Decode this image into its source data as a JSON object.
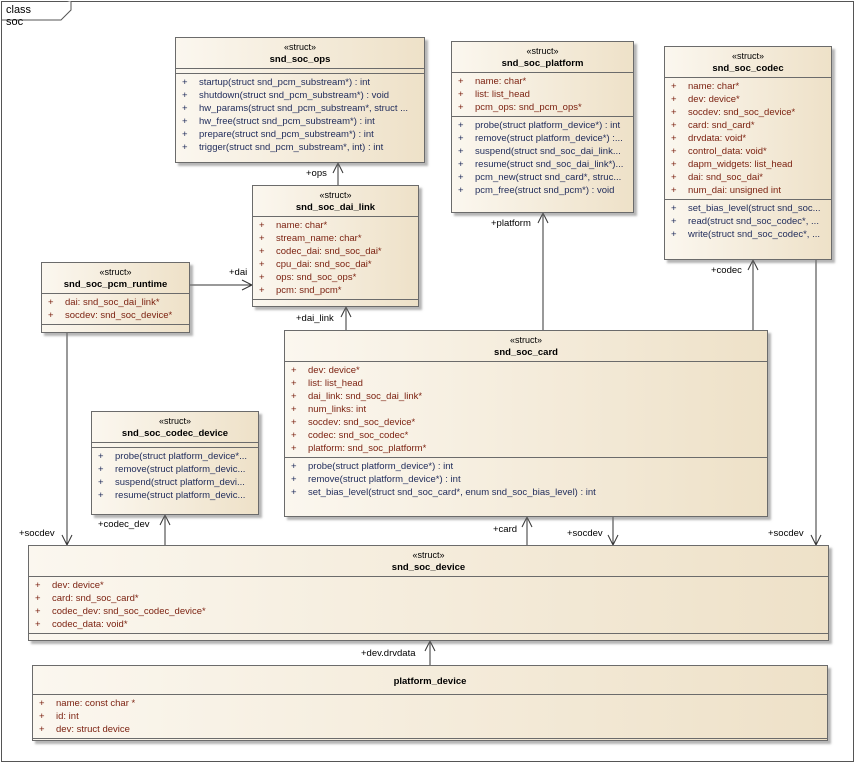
{
  "frame": {
    "title": "class soc"
  },
  "classes": {
    "ops": {
      "stereotype": "«struct»",
      "name": "snd_soc_ops",
      "attributes": [],
      "operations": [
        {
          "vis": "+",
          "text": "startup(struct snd_pcm_substream*) : int"
        },
        {
          "vis": "+",
          "text": "shutdown(struct snd_pcm_substream*) : void"
        },
        {
          "vis": "+",
          "text": "hw_params(struct snd_pcm_substream*, struct ..."
        },
        {
          "vis": "+",
          "text": "hw_free(struct snd_pcm_substream*) : int"
        },
        {
          "vis": "+",
          "text": "prepare(struct snd_pcm_substream*) : int"
        },
        {
          "vis": "+",
          "text": "trigger(struct snd_pcm_substream*, int) : int"
        }
      ]
    },
    "platform": {
      "stereotype": "«struct»",
      "name": "snd_soc_platform",
      "attributes": [
        {
          "vis": "+",
          "text": "name:  char*"
        },
        {
          "vis": "+",
          "text": "list:  list_head"
        },
        {
          "vis": "+",
          "text": "pcm_ops:  snd_pcm_ops*"
        }
      ],
      "operations": [
        {
          "vis": "+",
          "text": "probe(struct platform_device*) : int"
        },
        {
          "vis": "+",
          "text": "remove(struct platform_device*) :..."
        },
        {
          "vis": "+",
          "text": "suspend(struct snd_soc_dai_link..."
        },
        {
          "vis": "+",
          "text": "resume(struct snd_soc_dai_link*)..."
        },
        {
          "vis": "+",
          "text": "pcm_new(struct snd_card*, struc..."
        },
        {
          "vis": "+",
          "text": "pcm_free(struct snd_pcm*) : void"
        }
      ]
    },
    "codec": {
      "stereotype": "«struct»",
      "name": "snd_soc_codec",
      "attributes": [
        {
          "vis": "+",
          "text": "name:  char*"
        },
        {
          "vis": "+",
          "text": "dev:  device*"
        },
        {
          "vis": "+",
          "text": "socdev:  snd_soc_device*"
        },
        {
          "vis": "+",
          "text": "card:  snd_card*"
        },
        {
          "vis": "+",
          "text": "drvdata:  void*"
        },
        {
          "vis": "+",
          "text": "control_data:  void*"
        },
        {
          "vis": "+",
          "text": "dapm_widgets:  list_head"
        },
        {
          "vis": "+",
          "text": "dai:  snd_soc_dai*"
        },
        {
          "vis": "+",
          "text": "num_dai:  unsigned int"
        }
      ],
      "operations": [
        {
          "vis": "+",
          "text": "set_bias_level(struct snd_soc..."
        },
        {
          "vis": "+",
          "text": "read(struct snd_soc_codec*, ..."
        },
        {
          "vis": "+",
          "text": "write(struct snd_soc_codec*, ..."
        }
      ]
    },
    "dai_link": {
      "stereotype": "«struct»",
      "name": "snd_soc_dai_link",
      "attributes": [
        {
          "vis": "+",
          "text": "name:  char*"
        },
        {
          "vis": "+",
          "text": "stream_name:  char*"
        },
        {
          "vis": "+",
          "text": "codec_dai:  snd_soc_dai*"
        },
        {
          "vis": "+",
          "text": "cpu_dai:  snd_soc_dai*"
        },
        {
          "vis": "+",
          "text": "ops:  snd_soc_ops*"
        },
        {
          "vis": "+",
          "text": "pcm:  snd_pcm*"
        }
      ],
      "operations": []
    },
    "runtime": {
      "stereotype": "«struct»",
      "name": "snd_soc_pcm_runtime",
      "attributes": [
        {
          "vis": "+",
          "text": "dai:  snd_soc_dai_link*"
        },
        {
          "vis": "+",
          "text": "socdev:  snd_soc_device*"
        }
      ],
      "operations": []
    },
    "card": {
      "stereotype": "«struct»",
      "name": "snd_soc_card",
      "attributes": [
        {
          "vis": "+",
          "text": "dev:  device*"
        },
        {
          "vis": "+",
          "text": "list:  list_head"
        },
        {
          "vis": "+",
          "text": "dai_link:  snd_soc_dai_link*"
        },
        {
          "vis": "+",
          "text": "num_links:  int"
        },
        {
          "vis": "+",
          "text": "socdev:  snd_soc_device*"
        },
        {
          "vis": "+",
          "text": "codec:  snd_soc_codec*"
        },
        {
          "vis": "+",
          "text": "platform:  snd_soc_platform*"
        }
      ],
      "operations": [
        {
          "vis": "+",
          "text": "probe(struct platform_device*) : int"
        },
        {
          "vis": "+",
          "text": "remove(struct platform_device*) : int"
        },
        {
          "vis": "+",
          "text": "set_bias_level(struct snd_soc_card*, enum snd_soc_bias_level) : int"
        }
      ]
    },
    "codec_device": {
      "stereotype": "«struct»",
      "name": "snd_soc_codec_device",
      "attributes": [],
      "operations": [
        {
          "vis": "+",
          "text": "probe(struct platform_device*..."
        },
        {
          "vis": "+",
          "text": "remove(struct platform_devic..."
        },
        {
          "vis": "+",
          "text": "suspend(struct platform_devi..."
        },
        {
          "vis": "+",
          "text": "resume(struct platform_devic..."
        }
      ]
    },
    "device": {
      "stereotype": "«struct»",
      "name": "snd_soc_device",
      "attributes": [
        {
          "vis": "+",
          "text": "dev:  device*"
        },
        {
          "vis": "+",
          "text": "card:  snd_soc_card*"
        },
        {
          "vis": "+",
          "text": "codec_dev:  snd_soc_codec_device*"
        },
        {
          "vis": "+",
          "text": "codec_data:  void*"
        }
      ],
      "operations": []
    },
    "platform_device": {
      "stereotype": "",
      "name": "platform_device",
      "attributes": [
        {
          "vis": "+",
          "text": "name:  const char *"
        },
        {
          "vis": "+",
          "text": "id:  int"
        },
        {
          "vis": "+",
          "text": "dev:  struct device"
        }
      ],
      "operations": []
    }
  },
  "labels": {
    "ops": "+ops",
    "dai": "+dai",
    "dai_link": "+dai_link",
    "platform": "+platform",
    "codec": "+codec",
    "socdev_left": "+socdev",
    "codec_dev": "+codec_dev",
    "card": "+card",
    "socdev_mid": "+socdev",
    "socdev_right": "+socdev",
    "drvdata": "+dev.drvdata"
  }
}
